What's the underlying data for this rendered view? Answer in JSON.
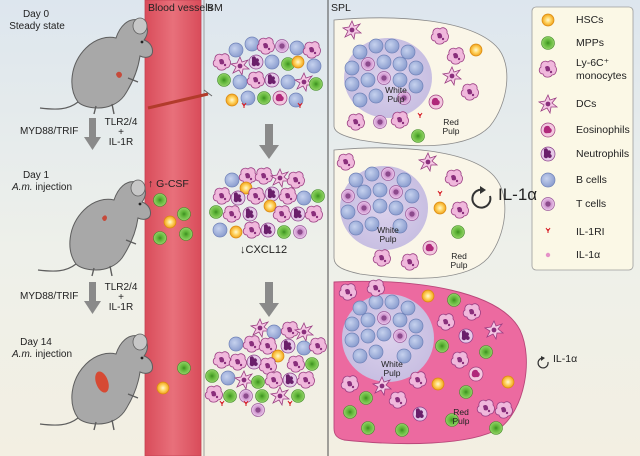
{
  "columns": {
    "blood": "Blood vessels",
    "bm": "BM",
    "spl": "SPL"
  },
  "stages": [
    {
      "day": "Day 0",
      "desc": "Steady state"
    },
    {
      "day": "Day 1",
      "desc_italic": "A.m.",
      "desc": "injection"
    },
    {
      "day": "Day 14",
      "desc_italic": "A.m.",
      "desc": "injection"
    }
  ],
  "signals": [
    {
      "left": "MYD88/TRIF",
      "right1": "TLR2/4",
      "plus": "+",
      "right2": "IL-1R"
    },
    {
      "left": "MYD88/TRIF",
      "right1": "TLR2/4",
      "plus": "+",
      "right2": "IL-1R"
    }
  ],
  "gcsf": "↑ G-CSF",
  "cxcl12": "↓CXCL12",
  "il1a_label": "IL-1α",
  "spleen_labels": {
    "white_pulp": [
      "White",
      "Pulp"
    ],
    "red_pulp": [
      "Red",
      "Pulp"
    ]
  },
  "legend": [
    {
      "label": "HSCs",
      "icon": "hsc-icon"
    },
    {
      "label": "MPPs",
      "icon": "mpp-icon"
    },
    {
      "label": "Ly-6C⁺",
      "label2": "monocytes",
      "icon": "monocyte-icon"
    },
    {
      "label": "DCs",
      "icon": "dc-icon"
    },
    {
      "label": "Eosinophils",
      "icon": "eosinophil-icon"
    },
    {
      "label": "Neutrophils",
      "icon": "neutrophil-icon"
    },
    {
      "label": "B cells",
      "icon": "bcell-icon"
    },
    {
      "label": "T cells",
      "icon": "tcell-icon"
    },
    {
      "label": "IL-1RI",
      "icon": "il1r-icon"
    },
    {
      "label": "IL-1α",
      "icon": "il1a-dot-icon"
    }
  ],
  "colors": {
    "vessel": "#e05a66",
    "hsc": "#f4a81e",
    "mpp": "#6cbf3a",
    "monocyte": "#e7a6cf",
    "bcell": "#9fb1dc",
    "tcell": "#d7a8d6",
    "neutrophil": "#8a2f82",
    "spleen_red": "#ec6aa0"
  }
}
